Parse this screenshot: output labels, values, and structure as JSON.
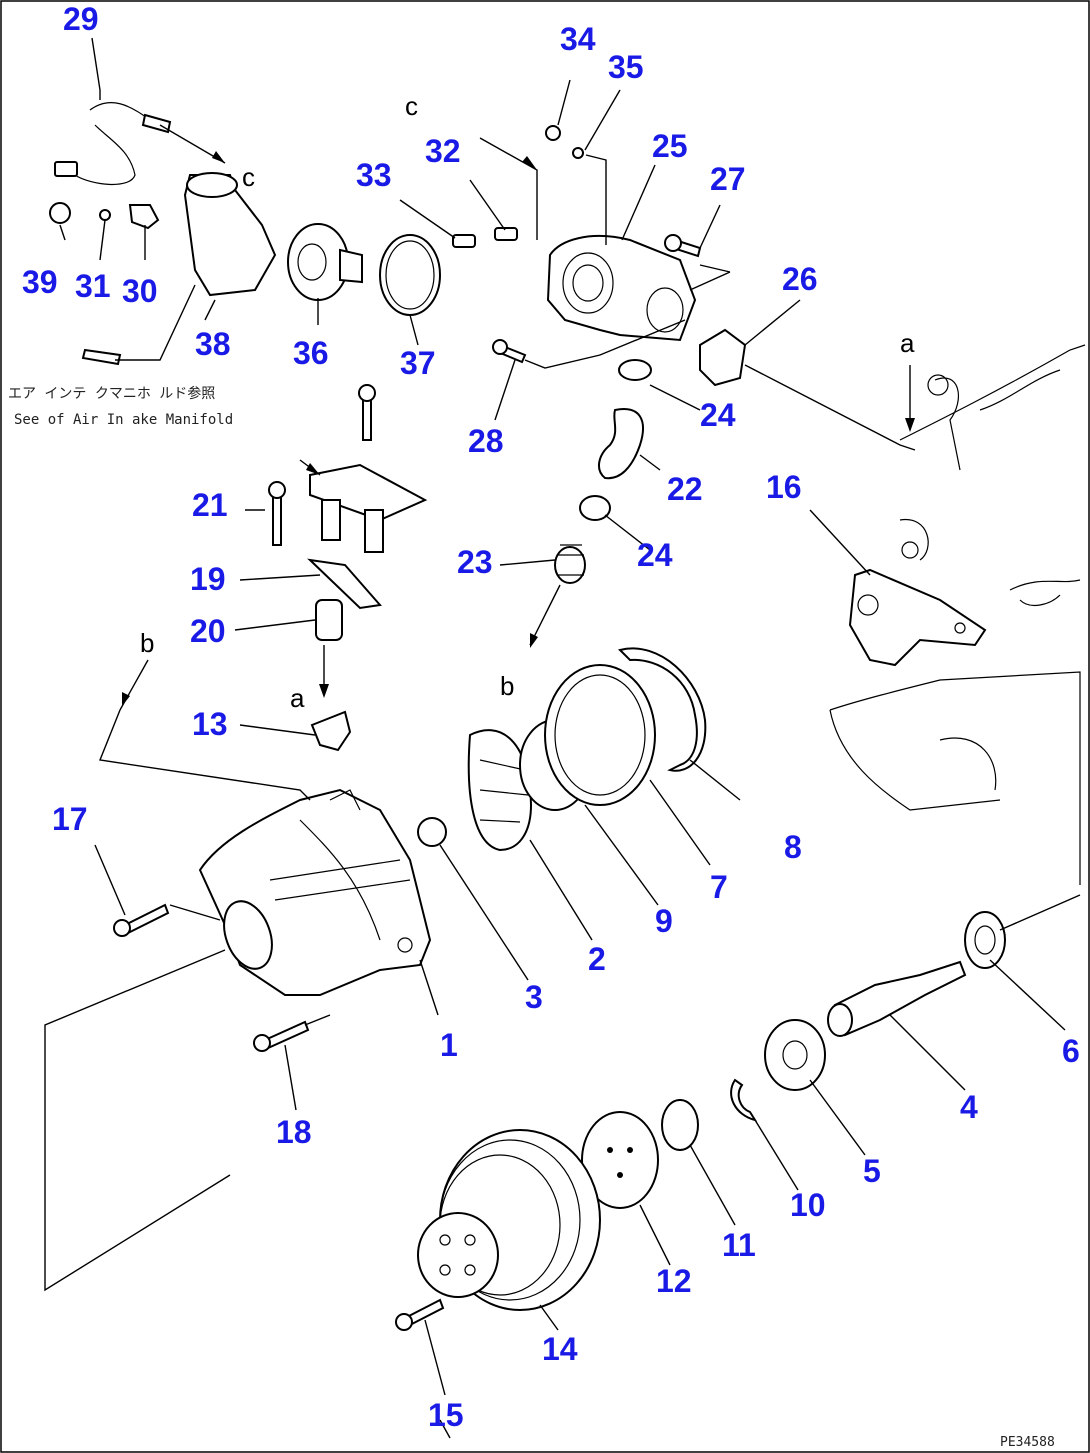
{
  "diagram": {
    "callouts": [
      "29",
      "34",
      "35",
      "32",
      "25",
      "33",
      "27",
      "26",
      "39",
      "31",
      "30",
      "38",
      "36",
      "37",
      "28",
      "24",
      "22",
      "16",
      "21",
      "19",
      "20",
      "23",
      "24",
      "13",
      "17",
      "8",
      "7",
      "9",
      "2",
      "3",
      "1",
      "6",
      "4",
      "18",
      "5",
      "10",
      "11",
      "12",
      "14",
      "15"
    ],
    "letters": [
      "c",
      "c",
      "a",
      "b",
      "b",
      "a"
    ],
    "reference_note": {
      "japanese": "エア インテ クマニホ ルド参照",
      "english": "See of Air In ake Manifold"
    },
    "drawing_code": "PE34588"
  },
  "colors": {
    "callout": "#1a1ae6",
    "line": "#000000",
    "background": "#ffffff"
  }
}
